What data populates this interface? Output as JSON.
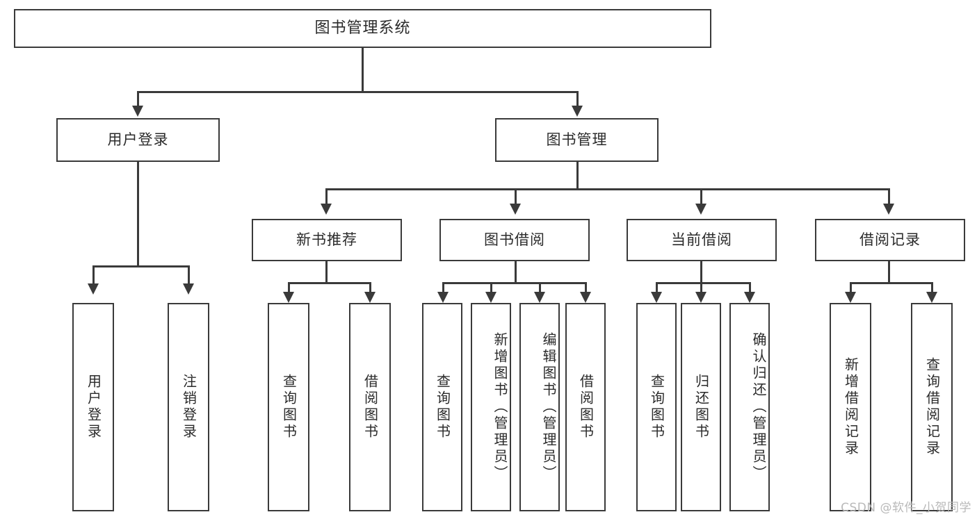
{
  "diagram": {
    "type": "hierarchy-tree",
    "title": "图书管理系统",
    "root": {
      "label": "图书管理系统"
    },
    "level2": [
      {
        "label": "用户登录"
      },
      {
        "label": "图书管理"
      }
    ],
    "level3": [
      {
        "label": "新书推荐"
      },
      {
        "label": "图书借阅"
      },
      {
        "label": "当前借阅"
      },
      {
        "label": "借阅记录"
      }
    ],
    "leaves": {
      "user_login": [
        {
          "label": "用户登录"
        },
        {
          "label": "注销登录"
        }
      ],
      "new_book_recommend": [
        {
          "label": "查询图书"
        },
        {
          "label": "借阅图书"
        }
      ],
      "book_borrow": [
        {
          "label": "查询图书"
        },
        {
          "label": "新增图书（管理员）"
        },
        {
          "label": "编辑图书（管理员）"
        },
        {
          "label": "借阅图书"
        }
      ],
      "current_borrow": [
        {
          "label": "查询图书"
        },
        {
          "label": "归还图书"
        },
        {
          "label": "确认归还（管理员）"
        }
      ],
      "borrow_record": [
        {
          "label": "新增借阅记录"
        },
        {
          "label": "查询借阅记录"
        }
      ]
    }
  },
  "watermark": {
    "text": "CSDN @软件_小贺同学"
  },
  "colors": {
    "border": "#3a3a3a",
    "background": "#ffffff",
    "text": "#2b2b2b",
    "watermark": "#b9b9b9"
  }
}
